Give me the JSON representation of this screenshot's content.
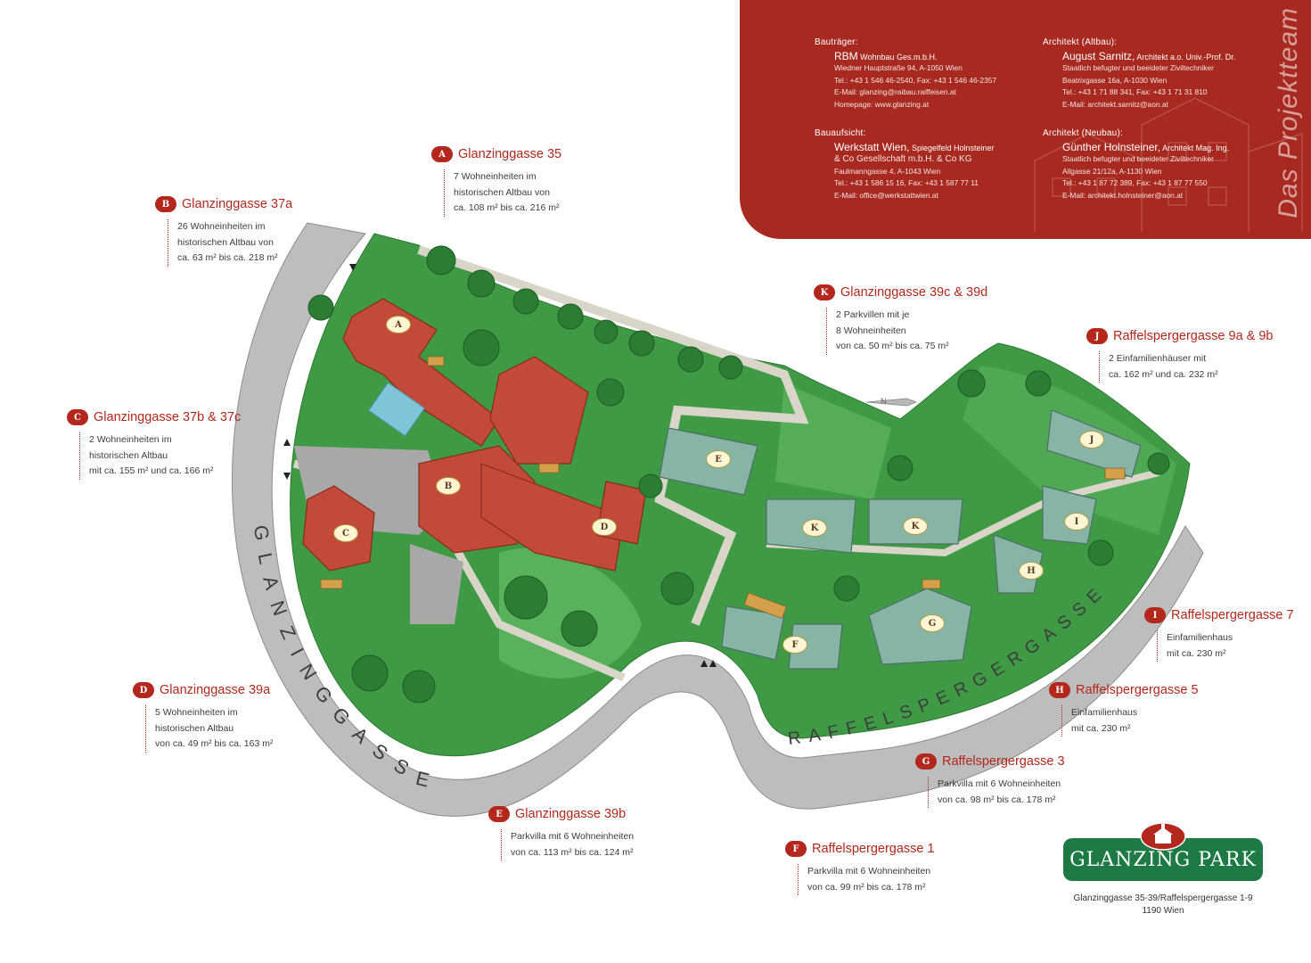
{
  "team": {
    "vertical_title": "Das Projektteam",
    "blocks": [
      {
        "heading": "Bauträger:",
        "name": "RBM",
        "name_suffix": " Wohnbau Ges.m.b.H.",
        "lines": [
          "Wiedner Hauptstraße 94, A-1050 Wien",
          "Tel.: +43 1 546 46-2540, Fax: +43 1 546 46-2357",
          "E-Mail: glanzing@raibau.raiffeisen.at",
          "Homepage: www.glanzing.at"
        ]
      },
      {
        "heading": "Bauaufsicht:",
        "name": "Werkstatt Wien,",
        "name_suffix": " Spiegelfeld Holnsteiner",
        "lines": [
          "& Co Gesellschaft m.b.H. & Co KG",
          "Faulmanngasse 4, A-1043 Wien",
          "Tel.: +43 1 586 15 16, Fax: +43 1 587 77 11",
          "E-Mail: office@werkstattwien.at"
        ]
      },
      {
        "heading": "Architekt  (Altbau):",
        "name": "August Sarnitz,",
        "name_suffix": " Architekt a.o. Univ.-Prof. Dr.",
        "lines": [
          "Staatlich befugter und beeideter Ziviltechniker",
          "Beatrixgasse 16a, A-1030 Wien",
          "Tel.: +43 1 71 88 341, Fax: +43 1 71 31 810",
          "E-Mail: architekt.sarnitz@aon.at"
        ]
      },
      {
        "heading": "Architekt (Neubau):",
        "name": "Günther Holnsteiner,",
        "name_suffix": " Architekt Mag. Ing.",
        "lines": [
          "Staatlich befugter und beeideter Ziviltechniker",
          "Allgasse 21/12a, A-1130 Wien",
          "Tel.: +43 1 87 72 389, Fax: +43 1 87 77 550",
          "E-Mail: architekt.holnsteiner@aon.at"
        ]
      }
    ]
  },
  "labels": [
    {
      "letter": "A",
      "title": "Glanzinggasse 35",
      "lines": [
        "7 Wohneinheiten im",
        "historischen Altbau von",
        "ca. 108 m² bis ca. 216 m²"
      ]
    },
    {
      "letter": "B",
      "title": "Glanzinggasse 37a",
      "lines": [
        "26 Wohneinheiten im",
        "historischen Altbau von",
        "ca. 63 m² bis ca. 218 m²"
      ]
    },
    {
      "letter": "C",
      "title": "Glanzinggasse 37b & 37c",
      "lines": [
        "2 Wohneinheiten im",
        "historischen Altbau",
        "mit ca. 155 m² und ca. 166 m²"
      ]
    },
    {
      "letter": "D",
      "title": "Glanzinggasse 39a",
      "lines": [
        "5 Wohneinheiten im",
        "historischen Altbau",
        "von ca. 49 m² bis ca. 163 m²"
      ]
    },
    {
      "letter": "E",
      "title": "Glanzinggasse 39b",
      "lines": [
        "Parkvilla mit 6 Wohneinheiten",
        "von ca. 113 m² bis ca. 124 m²"
      ]
    },
    {
      "letter": "F",
      "title": "Raffelspergergasse 1",
      "lines": [
        "Parkvilla mit 6 Wohneinheiten",
        "von ca. 99 m² bis ca. 178 m²"
      ]
    },
    {
      "letter": "G",
      "title": "Raffelspergergasse 3",
      "lines": [
        "Parkvilla mit 6 Wohneinheiten",
        "von ca. 98 m² bis ca. 178 m²"
      ]
    },
    {
      "letter": "H",
      "title": "Raffelspergergasse 5",
      "lines": [
        "Einfamilienhaus",
        "mit ca. 230 m²"
      ]
    },
    {
      "letter": "I",
      "title": "Raffelspergergasse 7",
      "lines": [
        "Einfamilienhaus",
        "mit ca. 230 m²"
      ]
    },
    {
      "letter": "J",
      "title": "Raffelspergergasse 9a & 9b",
      "lines": [
        "2 Einfamilienhäuser mit",
        "ca. 162 m² und ca. 232 m²"
      ]
    },
    {
      "letter": "K",
      "title": "Glanzinggasse 39c & 39d",
      "lines": [
        "2 Parkvillen mit je",
        " 8 Wohneinheiten",
        "von ca. 50 m² bis ca. 75 m²"
      ]
    }
  ],
  "map": {
    "street_glanzing": "GLANZINGGASSE",
    "street_raffels": "RAFFELSPERGERGASSE",
    "compass": "N",
    "building_markers": [
      "A",
      "B",
      "C",
      "D",
      "E",
      "F",
      "G",
      "H",
      "I",
      "J",
      "K",
      "K"
    ]
  },
  "logo": {
    "name": "GLANZING PARK",
    "address_line1": "Glanzinggasse 35-39/Raffelspergergasse 1-9",
    "address_line2": "1190 Wien"
  },
  "colors": {
    "accent": "#b3271c",
    "panel": "#a8291f",
    "logo_green": "#1d7a45",
    "lawn": "#3f9a45",
    "roof": "#c24a3a",
    "street": "#b9b9b9"
  }
}
